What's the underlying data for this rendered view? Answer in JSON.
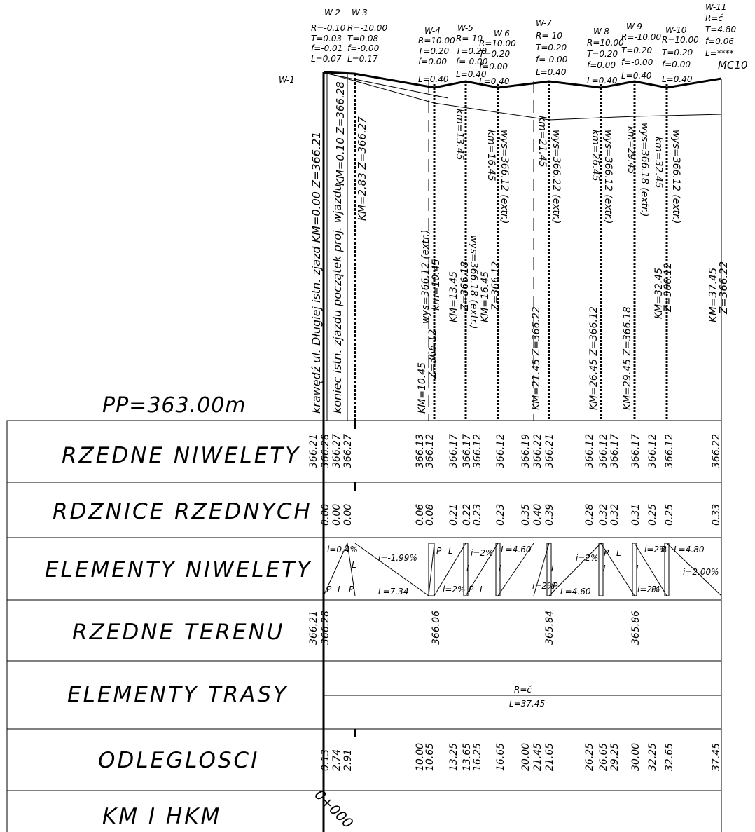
{
  "datum": "PP=363.00m",
  "end_label": "MC10",
  "chainage_label": "0+000",
  "vertices": [
    {
      "id": "W-1",
      "lines": []
    },
    {
      "id": "W-2",
      "lines": [
        "R=-0.10",
        "T=0.03",
        "f=-0.01",
        "L=0.07"
      ]
    },
    {
      "id": "W-3",
      "lines": [
        "R=-10.00",
        "T=0.08",
        "f=-0.00",
        "L=0.17"
      ]
    },
    {
      "id": "W-4",
      "lines": [
        "R=10.00",
        "T=0.20",
        "f=0.00",
        "L=0.40"
      ]
    },
    {
      "id": "W-5",
      "lines": [
        "R=-10",
        "T=0.20",
        "f=-0.00",
        "L=0.40"
      ]
    },
    {
      "id": "W-6",
      "lines": [
        "R=10.00",
        "T=0.20",
        "f=0.00",
        "L=0.40"
      ]
    },
    {
      "id": "W-7",
      "lines": [
        "R=-10",
        "T=0.20",
        "f=-0.00",
        "L=0.40"
      ]
    },
    {
      "id": "W-8",
      "lines": [
        "R=10.00",
        "T=0.20",
        "f=0.00",
        "L=0.40"
      ]
    },
    {
      "id": "W-9",
      "lines": [
        "R=-10.00",
        "T=0.20",
        "f=-0.00",
        "L=0.40"
      ]
    },
    {
      "id": "W-10",
      "lines": [
        "R=10.00",
        "T=0.20",
        "f=0.00",
        "L=0.40"
      ]
    },
    {
      "id": "W-11",
      "lines": [
        "R=ć",
        "T=4.80",
        "f=0.06",
        "L=****"
      ]
    }
  ],
  "point_notes": [
    "krawędź ul. Długiej istn. zjazd   KM=0.00 Z=366.21",
    "koniec istn. zjazdu początek proj. wjazdu",
    "KM=0.10 Z=366.28",
    "KM=2.83  Z=366.27",
    "KM=10.45",
    "Z=366.12",
    "wys=366.12 (extr.)",
    "km=10.45",
    "KM=13.45",
    "Z=366.18",
    "wys=366.18 (extr.)",
    "km=13.45",
    "KM=16.45",
    "Z=366.12",
    "wys=366.12 (extr.)",
    "km=16.45",
    "KM=21.45 Z=366.22",
    "wys=366.22 (extr.)",
    "km=21.45",
    "KM=26.45 Z=366.12",
    "wys=366.12 (extr.)",
    "km=26.45",
    "KM=29.45 Z=366.18",
    "wys=366.18 (extr.)",
    "km=29.45",
    "KM=32.45",
    "Z=366.12",
    "wys=366.12 (extr.)",
    "km=32.45",
    "KM=37.45",
    "Z=366.22"
  ],
  "rows": [
    {
      "title": "RZEDNE NIWELETY",
      "values": [
        "366.21",
        "366.28",
        "366.27",
        "366.27",
        "366.13",
        "366.12",
        "366.17",
        "366.17",
        "366.12",
        "366.12",
        "366.19",
        "366.22",
        "366.21",
        "366.12",
        "366.12",
        "366.17",
        "366.17",
        "366.12",
        "366.12",
        "366.22"
      ]
    },
    {
      "title": "RDZNICE RZEDNYCH",
      "values": [
        "0.00",
        "0.00",
        "0.00",
        "0.06",
        "0.08",
        "0.21",
        "0.22",
        "0.23",
        "0.23",
        "0.35",
        "0.40",
        "0.39",
        "0.28",
        "0.32",
        "0.32",
        "0.31",
        "0.25",
        "0.25",
        "0.33"
      ]
    },
    {
      "title": "ELEMENTY NIWELETY",
      "values": [
        "i=0.4%",
        "P",
        "L",
        "P",
        "i=-1.99%",
        "L=7.34",
        "P",
        "L",
        "i=2%",
        "i=2%",
        "P",
        "L",
        "L=4.60",
        "i=2%",
        "P",
        "L=4.60",
        "i=2%",
        "P",
        "L",
        "i=2%",
        "P",
        "L",
        "i=2%",
        "P",
        "L=4.80",
        "i=2.00%",
        "L",
        "L",
        "L",
        "L",
        "L",
        "L"
      ]
    },
    {
      "title": "RZEDNE TERENU",
      "values": [
        "366.21",
        "366.28",
        "366.06",
        "365.84",
        "365.86"
      ]
    },
    {
      "title": "ELEMENTY TRASY",
      "values": [
        "R=ć",
        "L=37.45"
      ]
    },
    {
      "title": "ODLEGLOSCI",
      "values": [
        "0.13",
        "2.74",
        "2.91",
        "10.00",
        "10.65",
        "13.25",
        "13.65",
        "16.25",
        "16.65",
        "20.00",
        "21.45",
        "21.65",
        "26.25",
        "26.65",
        "29.25",
        "30.00",
        "32.25",
        "32.65",
        "37.45"
      ]
    },
    {
      "title": "KM I HKM",
      "values": []
    }
  ]
}
